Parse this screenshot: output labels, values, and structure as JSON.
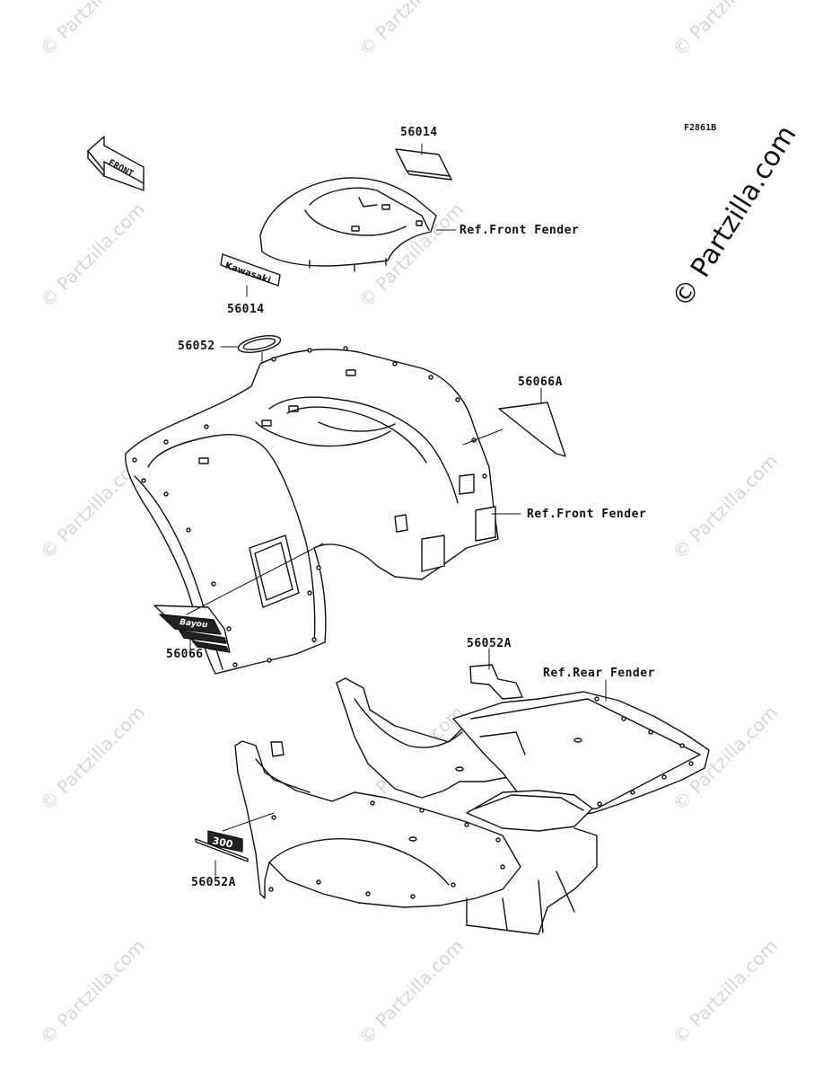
{
  "diagram_code": "F2861B",
  "watermark": "© Partzilla.com",
  "corner_watermark": "© Partzilla.com",
  "front_arrow_label": "FRONT",
  "decal_text": {
    "kawasaki": "Kawasaki",
    "bayou": "Bayou",
    "model": "300"
  },
  "parts": {
    "p56014_top": "56014",
    "p56014_mid": "56014",
    "p56052": "56052",
    "p56066A": "56066A",
    "p56066": "56066",
    "p56052A_top": "56052A",
    "p56052A_bottom": "56052A"
  },
  "refs": {
    "front_fender_1": "Ref.Front Fender",
    "front_fender_2": "Ref.Front Fender",
    "rear_fender": "Ref.Rear Fender"
  }
}
